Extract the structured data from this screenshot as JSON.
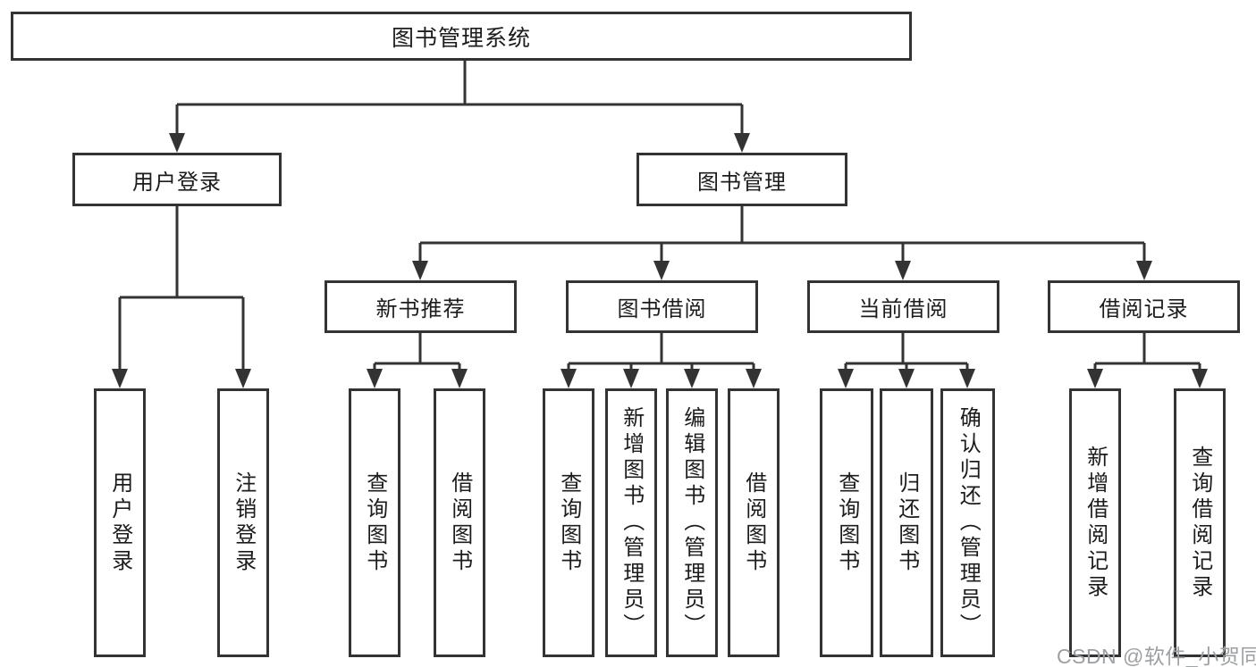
{
  "root": {
    "label": "图书管理系统"
  },
  "branches": [
    {
      "label": "用户登录",
      "children": [
        {
          "label": "用户登录"
        },
        {
          "label": "注销登录"
        }
      ]
    },
    {
      "label": "图书管理",
      "children": [
        {
          "label": "新书推荐",
          "children": [
            {
              "label": "查询图书"
            },
            {
              "label": "借阅图书"
            }
          ]
        },
        {
          "label": "图书借阅",
          "children": [
            {
              "label": "查询图书"
            },
            {
              "label": "新增图书（管理员）"
            },
            {
              "label": "编辑图书（管理员）"
            },
            {
              "label": "借阅图书"
            }
          ]
        },
        {
          "label": "当前借阅",
          "children": [
            {
              "label": "查询图书"
            },
            {
              "label": "归还图书"
            },
            {
              "label": "确认归还（管理员）"
            }
          ]
        },
        {
          "label": "借阅记录",
          "children": [
            {
              "label": "新增借阅记录"
            },
            {
              "label": "查询借阅记录"
            }
          ]
        }
      ]
    }
  ],
  "watermark": {
    "text": "CSDN @软件_小贺同学"
  },
  "colors": {
    "line": "#333333",
    "box_border": "#333333",
    "box_fill": "#ffffff",
    "text": "#1c1c1c",
    "watermark": "#9da0a3",
    "background": "#ffffff"
  }
}
